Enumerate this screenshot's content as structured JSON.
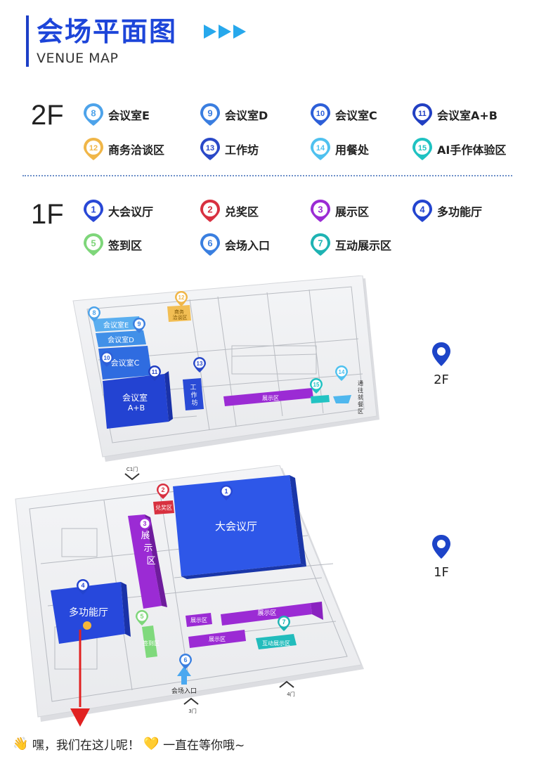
{
  "header": {
    "title_cn": "会场平面图",
    "title_en": "VENUE MAP"
  },
  "floors": {
    "second": {
      "label": "2F",
      "items": [
        {
          "num": "8",
          "text": "会议室E",
          "color": "#4da3ea"
        },
        {
          "num": "9",
          "text": "会议室D",
          "color": "#3a7ee0"
        },
        {
          "num": "10",
          "text": "会议室C",
          "color": "#2d5fd8"
        },
        {
          "num": "11",
          "text": "会议室A+B",
          "color": "#213fc2"
        },
        {
          "num": "12",
          "text": "商务洽谈区",
          "color": "#f0b648"
        },
        {
          "num": "13",
          "text": "工作坊",
          "color": "#2a49c8"
        },
        {
          "num": "14",
          "text": "用餐处",
          "color": "#4fc1ef"
        },
        {
          "num": "15",
          "text": "AI手作体验区",
          "color": "#1fc2c2"
        }
      ]
    },
    "first": {
      "label": "1F",
      "items": [
        {
          "num": "1",
          "text": "大会议厅",
          "color": "#2948d6"
        },
        {
          "num": "2",
          "text": "兑奖区",
          "color": "#d83040"
        },
        {
          "num": "3",
          "text": "展示区",
          "color": "#9b2bd4"
        },
        {
          "num": "4",
          "text": "多功能厅",
          "color": "#2344cf"
        },
        {
          "num": "5",
          "text": "签到区",
          "color": "#7ed67a"
        },
        {
          "num": "6",
          "text": "会场入口",
          "color": "#3a7fe0"
        },
        {
          "num": "7",
          "text": "互动展示区",
          "color": "#1eb3b3"
        }
      ]
    }
  },
  "map2f": {
    "rooms": {
      "e": "会议室E",
      "d": "会议室D",
      "c": "会议室C",
      "ab_1": "会议室",
      "ab_2": "A+B",
      "biz_1": "商务",
      "biz_2": "洽谈区",
      "work_1": "工",
      "work_2": "作",
      "work_3": "坊",
      "expo": "展示区",
      "dining_1": "通",
      "dining_2": "往",
      "dining_3": "就",
      "dining_4": "餐",
      "dining_5": "区"
    },
    "pins": [
      "8",
      "9",
      "10",
      "11",
      "12",
      "13",
      "14",
      "15"
    ],
    "side_label": "2F"
  },
  "map1f": {
    "rooms": {
      "hall": "大会议厅",
      "prize": "兑奖区",
      "expo_1": "展",
      "expo_2": "示",
      "expo_3": "区",
      "multi": "多功能厅",
      "checkin": "签到区",
      "expo_small_1": "展示区",
      "expo_small_2": "展示区",
      "expo_long": "展示区",
      "interactive": "互动展示区",
      "entrance": "会场入口",
      "gate_c1": "C1门",
      "gate_3": "3门",
      "gate_4": "4门"
    },
    "pins": [
      "1",
      "2",
      "3",
      "4",
      "5",
      "6",
      "7"
    ],
    "side_label": "1F"
  },
  "footer": {
    "text_1": "嘿，我们在这儿呢！",
    "text_2": "一直在等你哦~"
  }
}
